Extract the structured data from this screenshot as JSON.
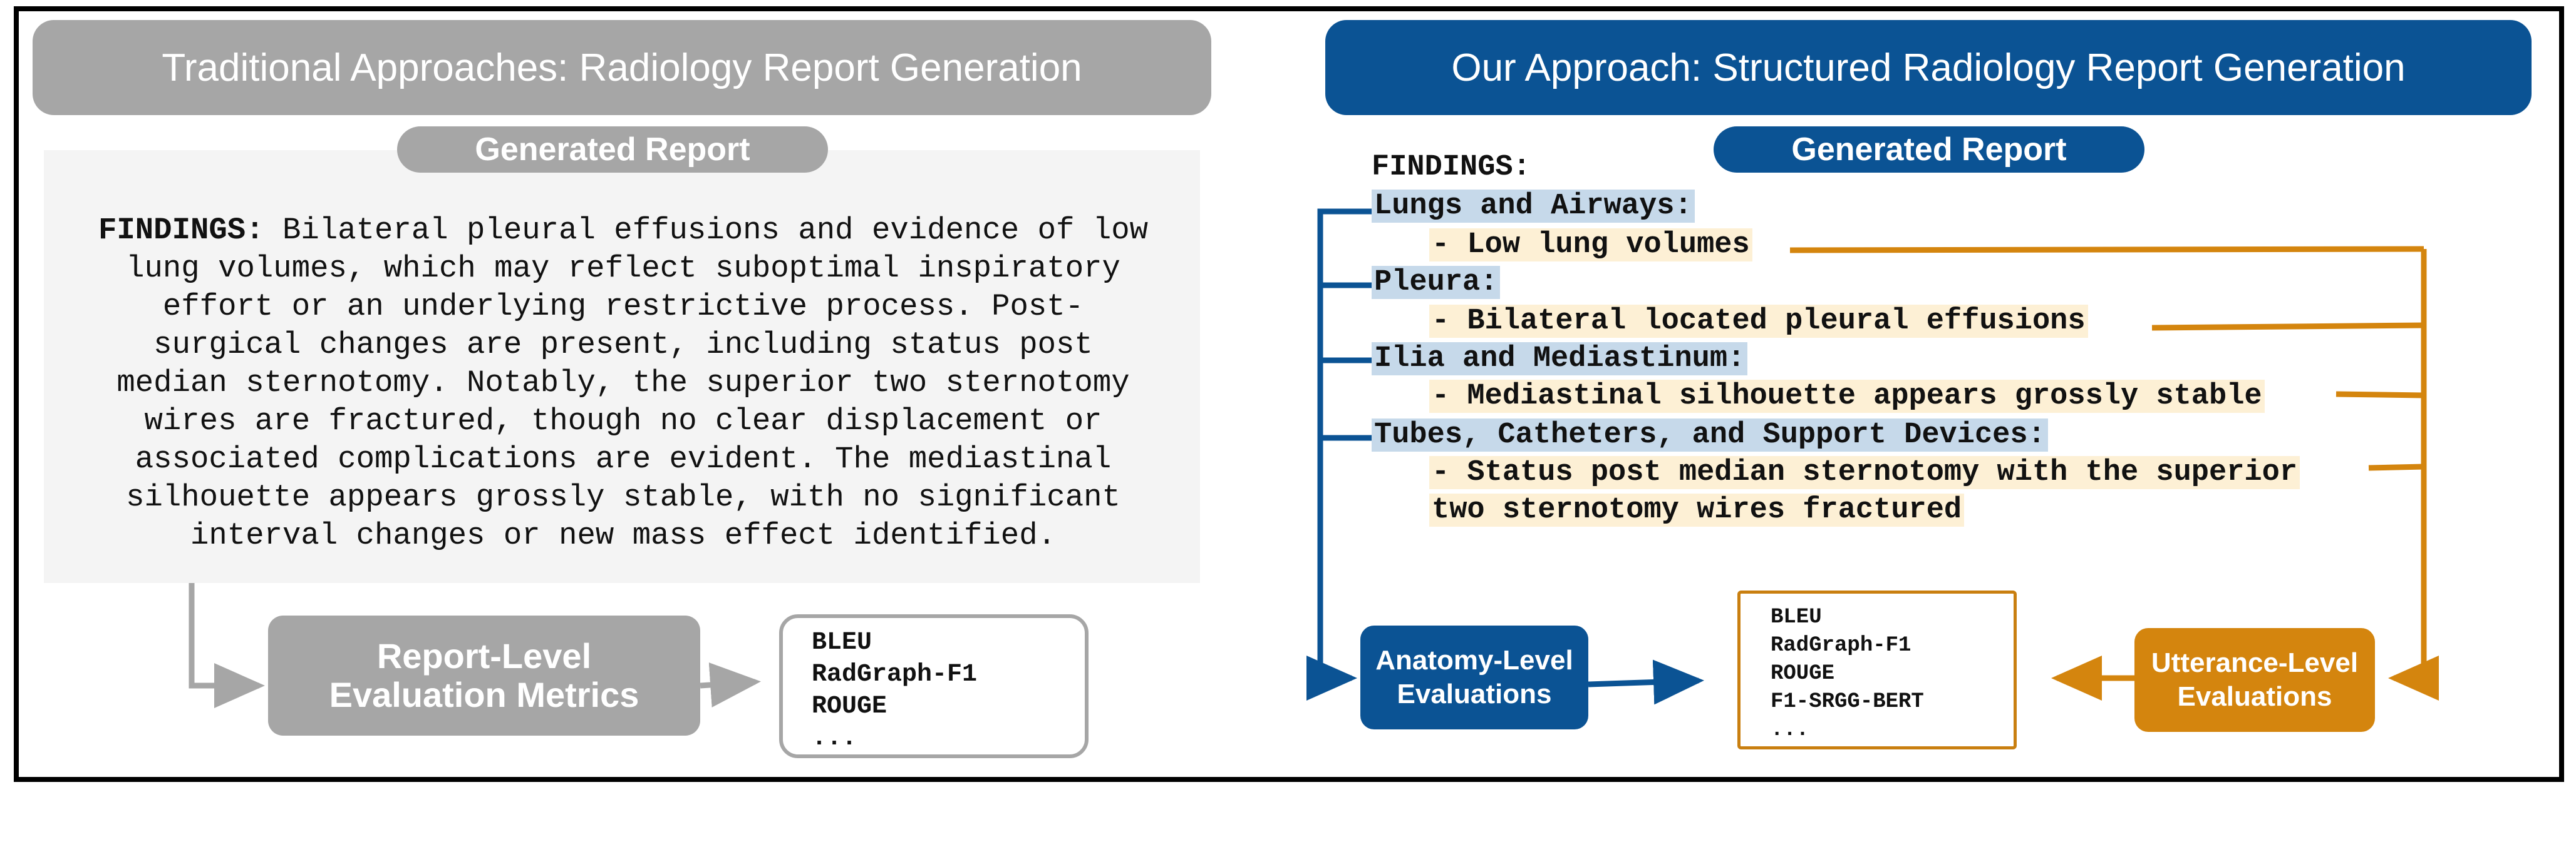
{
  "left": {
    "header": "Traditional Approaches: Radiology Report Generation",
    "generated_report_label": "Generated Report",
    "findings_label": "FINDINGS:",
    "findings_text": " Bilateral pleural effusions and evidence of low\nlung volumes, which may reflect suboptimal inspiratory\neffort or an underlying restrictive process. Post-\nsurgical changes are present, including status post\nmedian sternotomy. Notably, the superior two sternotomy\nwires are fractured, though no clear displacement or\nassociated complications are evident. The mediastinal\nsilhouette appears grossly stable, with no significant\ninterval changes or new mass effect identified.",
    "metrics_box_line1": "Report-Level",
    "metrics_box_line2": "Evaluation Metrics",
    "metrics": [
      "BLEU",
      "RadGraph-F1",
      "ROUGE",
      "..."
    ]
  },
  "right": {
    "header": "Our Approach: Structured Radiology Report Generation",
    "generated_report_label": "Generated Report",
    "findings_label": "FINDINGS:",
    "sections": [
      {
        "title": "Lungs and Airways:",
        "utterances": [
          "- Low lung volumes"
        ]
      },
      {
        "title": "Pleura:",
        "utterances": [
          "- Bilateral located pleural effusions"
        ]
      },
      {
        "title": "Ilia and Mediastinum:",
        "utterances": [
          "- Mediastinal silhouette appears grossly stable"
        ]
      },
      {
        "title": "Tubes, Catheters, and Support Devices:",
        "utterances": [
          "- Status post median sternotomy with the superior",
          "two sternotomy wires fractured"
        ]
      }
    ],
    "anatomy_line1": "Anatomy-Level",
    "anatomy_line2": "Evaluations",
    "utterance_line1": "Utterance-Level",
    "utterance_line2": "Evaluations",
    "metrics": [
      "BLEU",
      "RadGraph-F1",
      "ROUGE",
      "F1-SRGG-BERT",
      "..."
    ]
  },
  "colors": {
    "gray": "#a6a6a6",
    "blue": "#0b5394",
    "orange": "#d4850e",
    "section_highlight": "#c6d9ea",
    "utterance_highlight": "#fdf0d5"
  }
}
